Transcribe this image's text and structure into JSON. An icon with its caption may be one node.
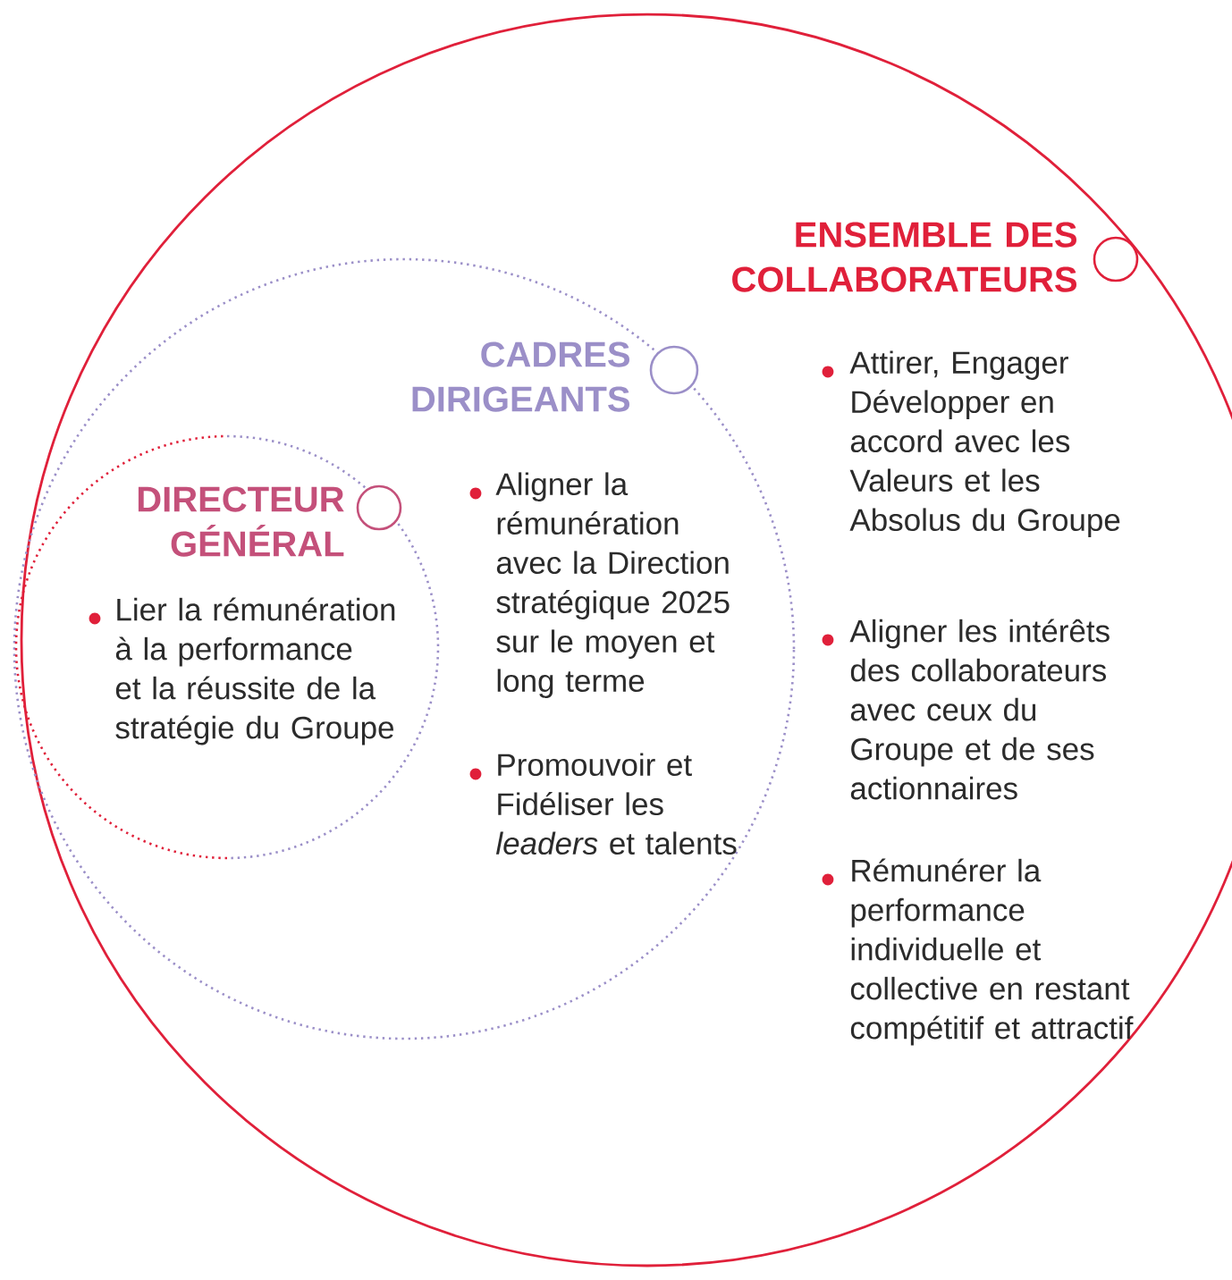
{
  "diagram": {
    "nodes": [
      {
        "text": [
          "ENSEMBLE DES COLLABORATEURS",
          "Attirer, Engager Développer en accord avec les Valeurs et les Absolus du Groupe",
          "Aligner les intérêts des collaborateurs avec ceux du Groupe et de ses actionnaires",
          "Rémunérer la performance individuelle et collective en restant compétitif et attractif"
        ]
      },
      {
        "text": [
          "CADRES DIRIGEANTS",
          "Aligner la rémunération avec la Direction stratégique 2025 sur le moyen et long terme",
          "Promouvoir et Fidéliser les *leaders* et talents"
        ],
        "in": 0
      },
      {
        "text": [
          "DIRECTEUR GÉNÉRAL",
          "Lier la rémunération à la performance et la réussite de la stratégie du Groupe"
        ],
        "in": 1
      }
    ]
  }
}
